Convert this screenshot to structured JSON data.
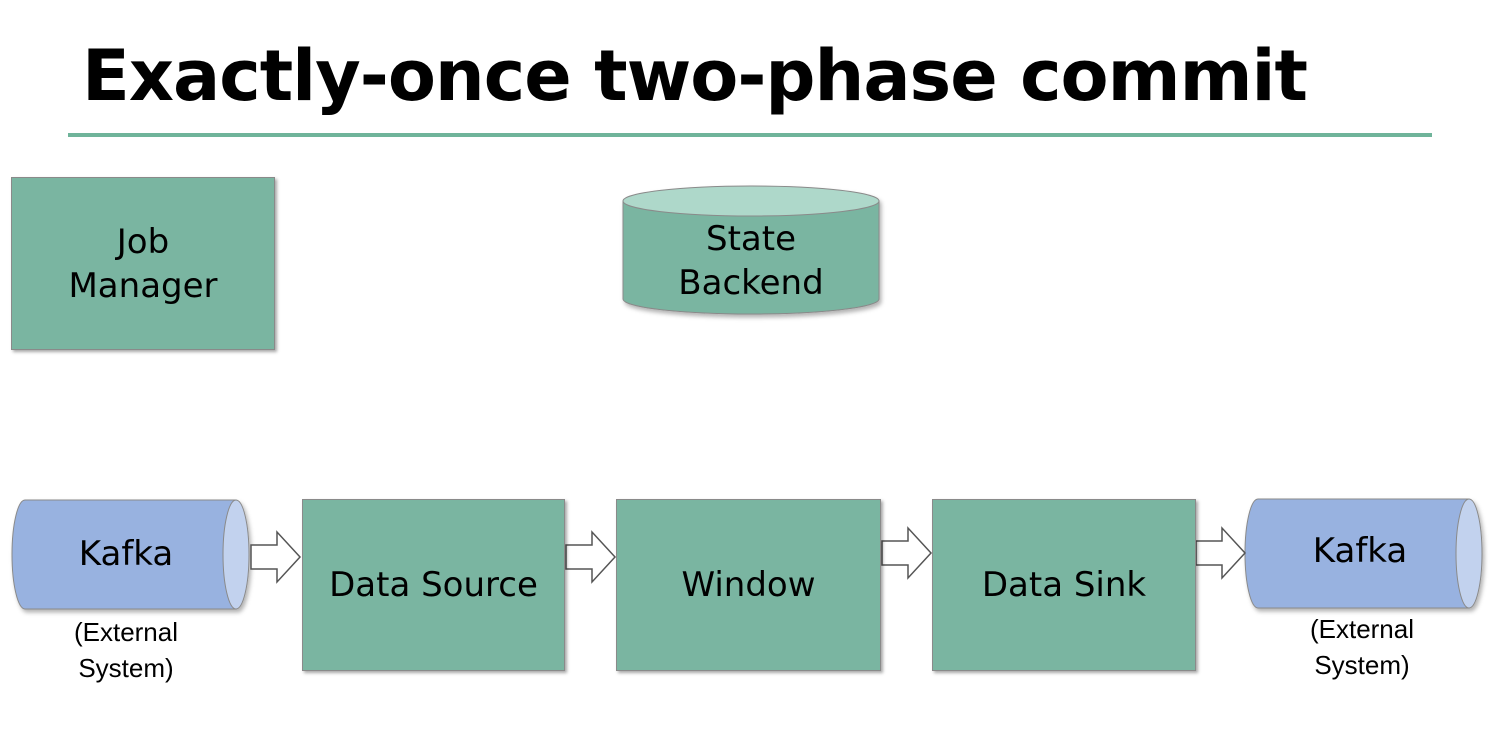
{
  "title": "Exactly-once two-phase commit",
  "colors": {
    "accent_rule": "#6fb49a",
    "component_fill": "#7ab5a1",
    "state_top": "#aed8ca",
    "kafka_fill": "#98b2e0",
    "kafka_cap": "#c2d2ee",
    "arrow_fill": "#ffffff"
  },
  "job_manager": {
    "line1": "Job",
    "line2": "Manager"
  },
  "state_backend": {
    "line1": "State",
    "line2": "Backend"
  },
  "kafka_source": {
    "label": "Kafka",
    "note_line1": "(External",
    "note_line2": "System)"
  },
  "data_source": {
    "label": "Data Source"
  },
  "window": {
    "label": "Window"
  },
  "data_sink": {
    "label": "Data Sink"
  },
  "kafka_sink": {
    "label": "Kafka",
    "note_line1": "(External",
    "note_line2": "System)"
  }
}
